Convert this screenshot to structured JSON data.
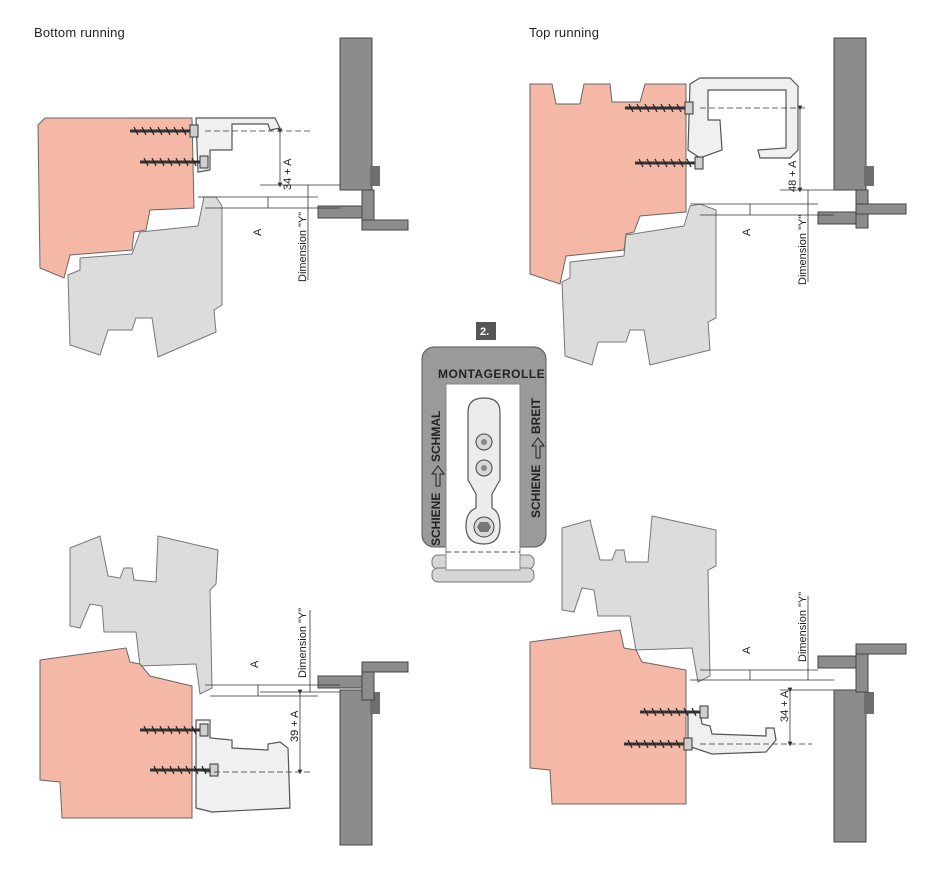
{
  "captions": {
    "bottom_running": "Bottom running",
    "top_running": "Top running"
  },
  "dimensions": {
    "a": "A",
    "dim_34a": "34 + A",
    "dim_48a": "48 + A",
    "dim_39a": "39 + A",
    "dim_y": "Dimension \"Y\""
  },
  "tool": {
    "step": "2.",
    "title": "MONTAGEROLLE",
    "left_side_prefix": "SCHIENE",
    "left_side_suffix": "SCHMAL",
    "right_side_prefix": "SCHIENE",
    "right_side_suffix": "BREIT"
  },
  "colors": {
    "wood": "#f6b8a6",
    "grey_profile": "#dcdcdc",
    "bracket": "#8c8c8c",
    "dark_bracket": "#6e6e6e",
    "outline": "#444444"
  }
}
